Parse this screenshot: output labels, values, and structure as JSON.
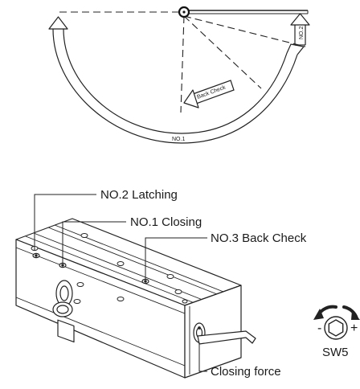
{
  "swing_diagram": {
    "arrow_label_main": "NO.1",
    "arrow_label_latch": "NO.2",
    "arrow_label_backcheck": "Back Check"
  },
  "closer": {
    "valve_latching": "NO.2 Latching",
    "valve_closing": "NO.1 Closing",
    "valve_backcheck": "NO.3 Back Check",
    "closing_force": "Closing force"
  },
  "tool": {
    "hex_key_size": "SW5",
    "decrease_sign": "-",
    "increase_sign": "+"
  }
}
